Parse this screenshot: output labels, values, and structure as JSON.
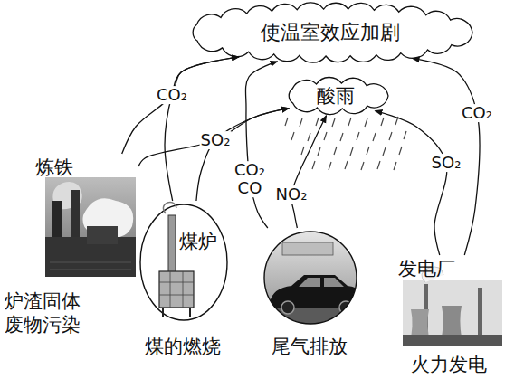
{
  "diagram": {
    "nodes": [
      {
        "text": [
          "使温室效应加剧"
        ]
      },
      {
        "text": [
          "酸雨"
        ]
      },
      {
        "text": [
          "炼铁",
          "炉渣固体 废物污染"
        ]
      },
      {
        "text": [
          "煤炉",
          "煤的燃烧"
        ]
      },
      {
        "text": [
          "尾气排放"
        ]
      },
      {
        "text": [
          "发电厂",
          "火力发电"
        ]
      }
    ],
    "edges": [
      {
        "from": 2,
        "to": 0,
        "arrow": "to",
        "label": "CO₂"
      },
      {
        "from": 3,
        "to": 0,
        "arrow": "to"
      },
      {
        "from": 2,
        "to": 1,
        "arrow": "to",
        "label": "SO₂"
      },
      {
        "from": 3,
        "to": 1,
        "arrow": "to"
      },
      {
        "from": 4,
        "to": 0,
        "arrow": "to",
        "label": "CO₂ CO"
      },
      {
        "from": 4,
        "to": 1,
        "arrow": "to",
        "label": "NO₂"
      },
      {
        "from": 5,
        "to": 1,
        "arrow": "to",
        "label": "SO₂"
      },
      {
        "from": 5,
        "to": 0,
        "arrow": "to",
        "label": "CO₂"
      }
    ]
  }
}
